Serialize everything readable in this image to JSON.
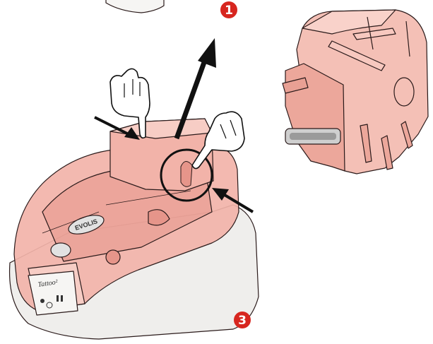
{
  "steps": {
    "first": {
      "number": "1"
    },
    "third": {
      "number": "3"
    }
  },
  "printer": {
    "model_label": "EVOLIS",
    "brand_label": "Tattoo²"
  },
  "colors": {
    "badge": "#d7261f",
    "housing_pink": "#f2b3a9",
    "housing_pink_dark": "#e6958a",
    "outline": "#2a1a1a",
    "base_grey": "#efeeec",
    "arrow": "#111111"
  },
  "icons": [
    "pointing-hand-icon",
    "press-arrow-icon",
    "lift-arrow-icon",
    "step-badge-icon"
  ]
}
